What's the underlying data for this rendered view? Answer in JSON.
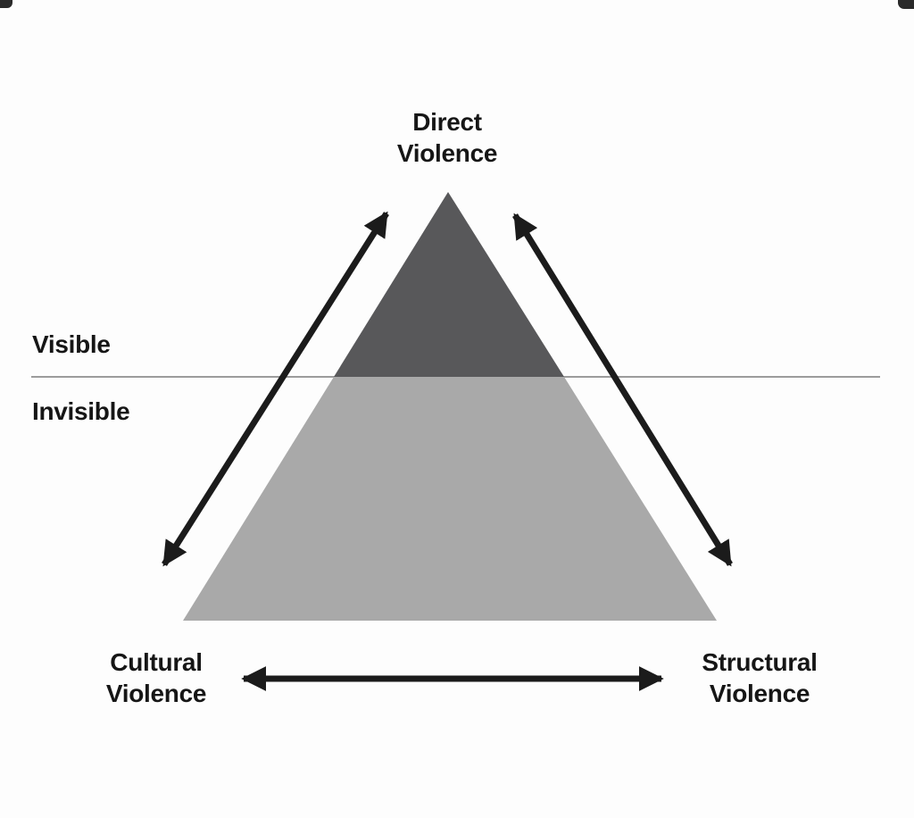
{
  "page": {
    "background": "#fdfdfd"
  },
  "diagram": {
    "labels": {
      "apex": "Direct\nViolence",
      "bottom_left": "Cultural\nViolence",
      "bottom_right": "Structural\nViolence",
      "above_line": "Visible",
      "below_line": "Invisible"
    },
    "colors": {
      "triangle_upper": "#58585a",
      "triangle_lower": "#a9a9a9",
      "divider_line": "#9c9c9c",
      "arrow": "#1b1b1b",
      "text": "#161616",
      "artifact": "#2a2a2a"
    }
  }
}
